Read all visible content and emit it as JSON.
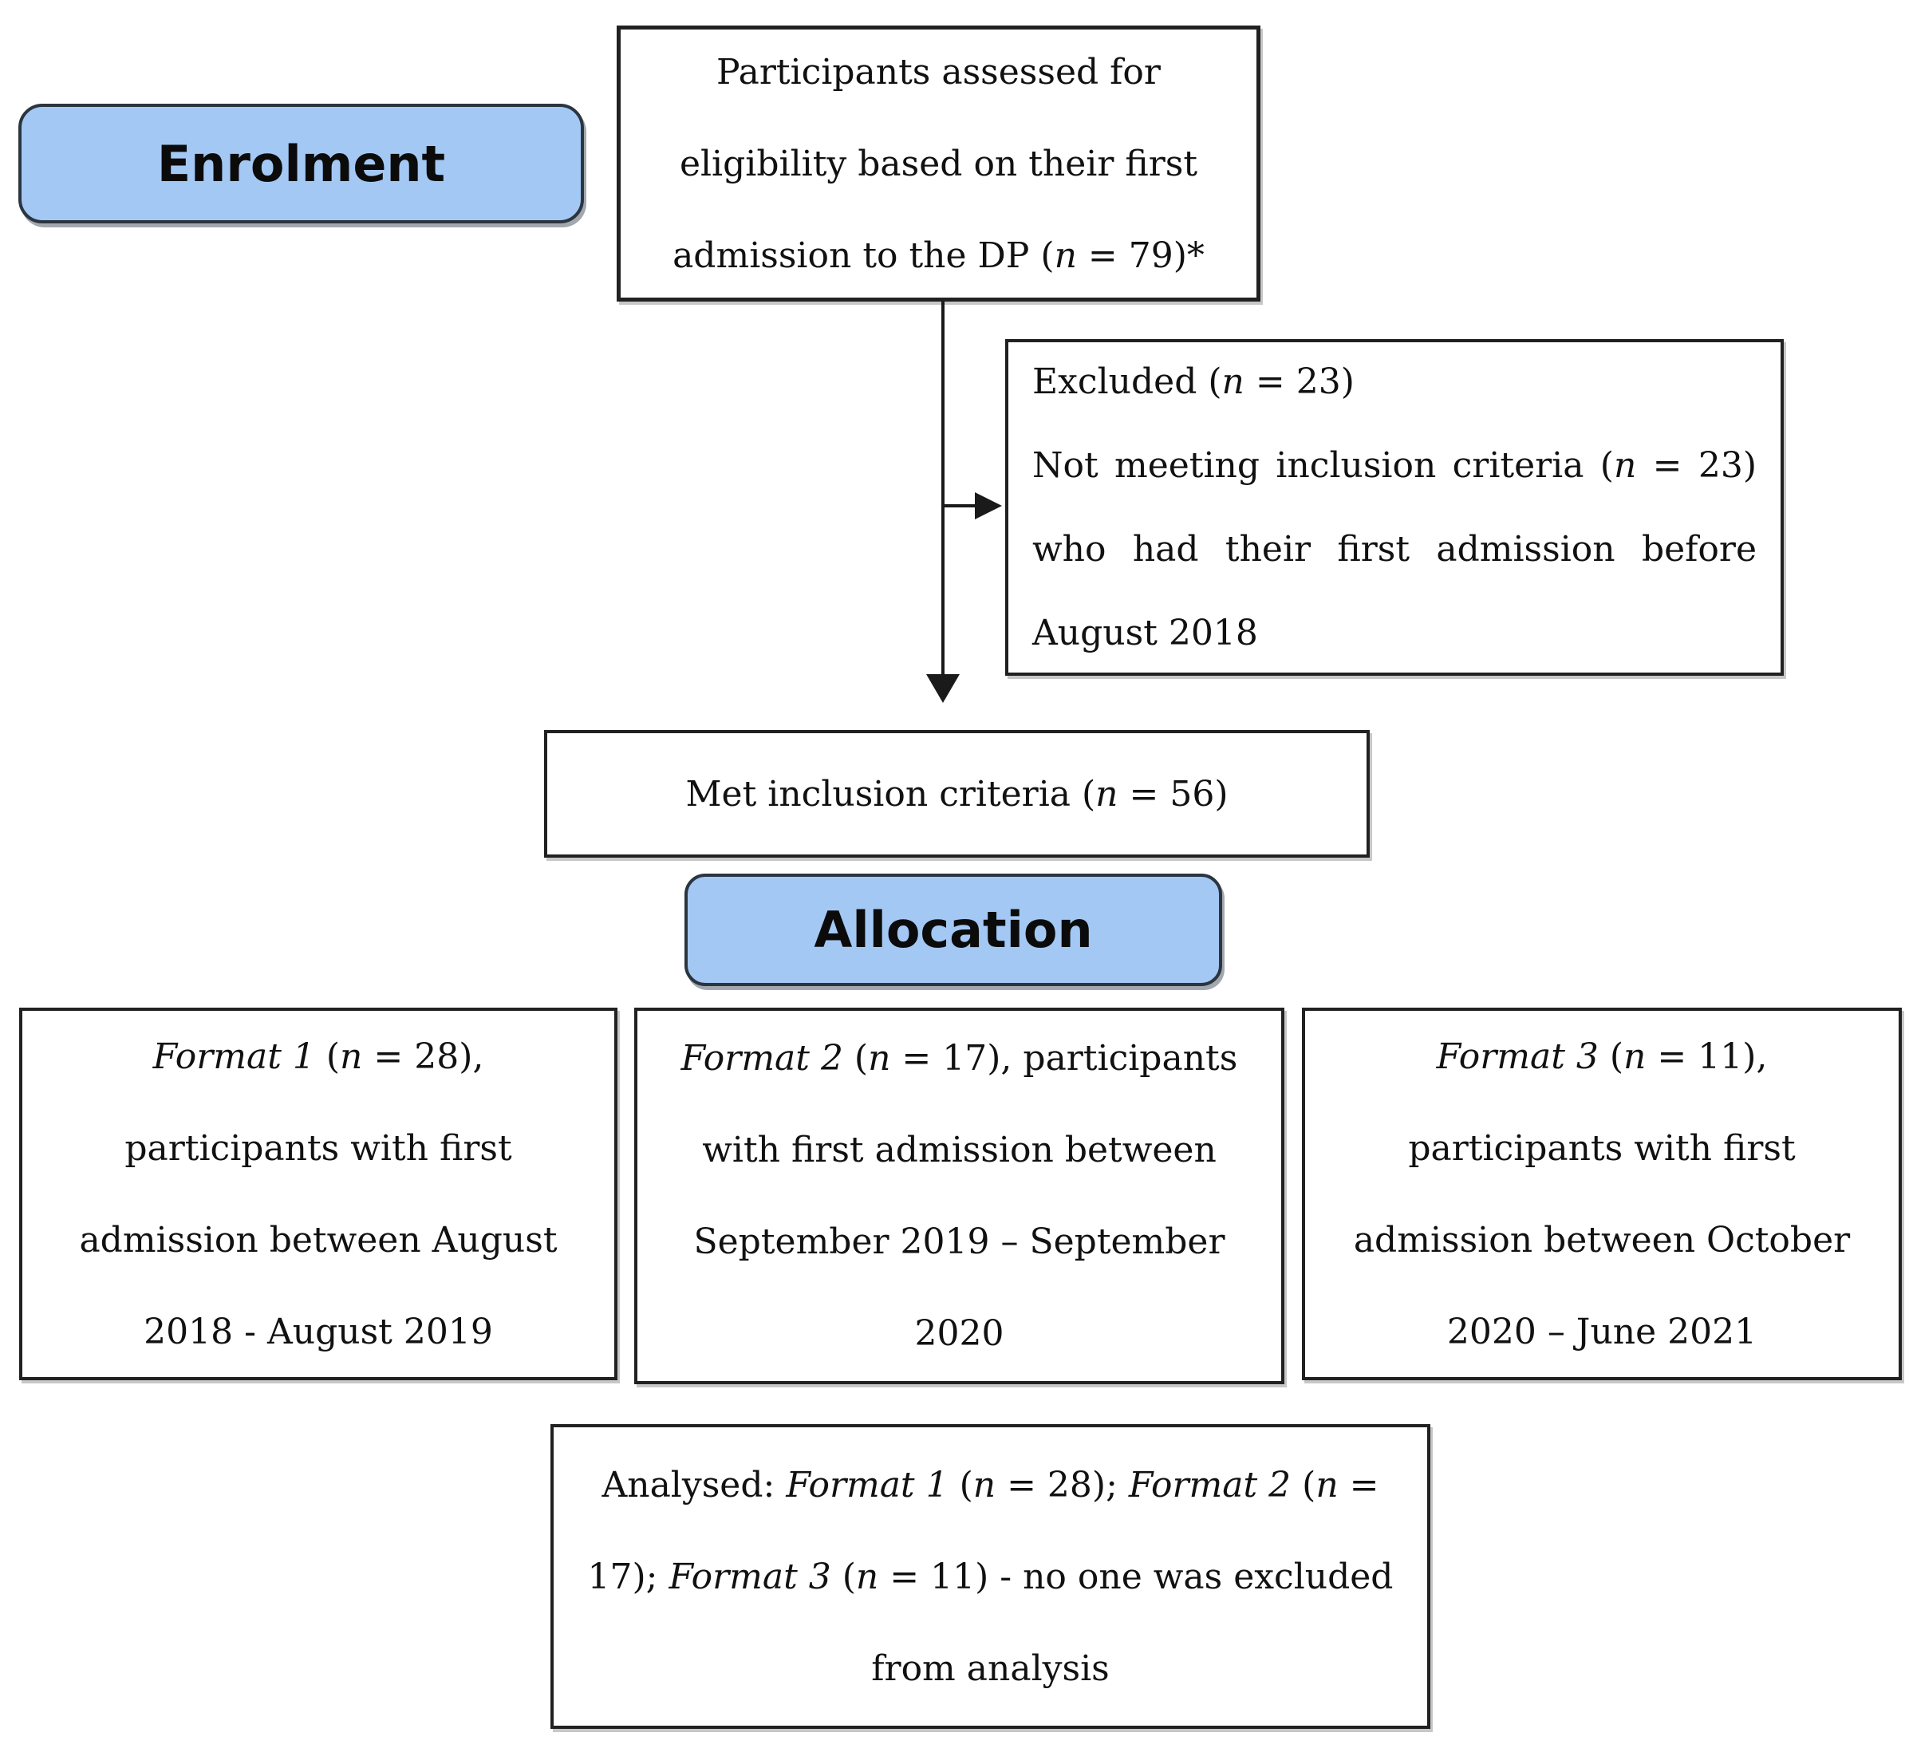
{
  "flowchart": {
    "stage_labels": {
      "enrolment": "Enrolment",
      "allocation": "Allocation"
    },
    "colors": {
      "stage_fill": "#A4C8F4",
      "stage_border": "#2b3540",
      "box_border": "#212121",
      "arrow": "#1a1a1a",
      "background": "#ffffff"
    },
    "boxes": {
      "assessed": {
        "lines": [
          {
            "s": [
              {
                "t": "Participants assessed for"
              }
            ]
          },
          {
            "s": [
              {
                "t": "eligibility based on their first"
              }
            ]
          },
          {
            "s": [
              {
                "t": "admission to the DP ("
              },
              {
                "t": "n",
                "i": true
              },
              {
                "t": " = 79)*"
              }
            ]
          }
        ]
      },
      "excluded": {
        "lines": [
          {
            "s": [
              {
                "t": "Excluded ("
              },
              {
                "t": "n",
                "i": true
              },
              {
                "t": " = 23)"
              }
            ]
          },
          {
            "j": true,
            "s": [
              {
                "t": "Not meeting inclusion criteria ("
              },
              {
                "t": "n",
                "i": true
              },
              {
                "t": " = 23)"
              }
            ]
          },
          {
            "j": true,
            "s": [
              {
                "t": "who had their first admission before"
              }
            ]
          },
          {
            "s": [
              {
                "t": "August 2018"
              }
            ]
          }
        ]
      },
      "met": {
        "lines": [
          {
            "s": [
              {
                "t": "Met inclusion criteria ("
              },
              {
                "t": "n",
                "i": true
              },
              {
                "t": " = 56)"
              }
            ]
          }
        ]
      },
      "format1": {
        "lines": [
          {
            "s": [
              {
                "t": "Format 1",
                "i": true
              },
              {
                "t": " ("
              },
              {
                "t": "n",
                "i": true
              },
              {
                "t": " = 28),"
              }
            ]
          },
          {
            "s": [
              {
                "t": "participants with first"
              }
            ]
          },
          {
            "s": [
              {
                "t": "admission between August"
              }
            ]
          },
          {
            "s": [
              {
                "t": "2018 - August 2019"
              }
            ]
          }
        ]
      },
      "format2": {
        "lines": [
          {
            "s": [
              {
                "t": "Format 2",
                "i": true
              },
              {
                "t": " ("
              },
              {
                "t": "n",
                "i": true
              },
              {
                "t": " = 17), participants"
              }
            ]
          },
          {
            "s": [
              {
                "t": "with first admission between"
              }
            ]
          },
          {
            "s": [
              {
                "t": "September 2019 – September"
              }
            ]
          },
          {
            "s": [
              {
                "t": "2020"
              }
            ]
          }
        ]
      },
      "format3": {
        "lines": [
          {
            "s": [
              {
                "t": "Format 3",
                "i": true
              },
              {
                "t": " ("
              },
              {
                "t": "n",
                "i": true
              },
              {
                "t": " = 11),"
              }
            ]
          },
          {
            "s": [
              {
                "t": "participants with first"
              }
            ]
          },
          {
            "s": [
              {
                "t": "admission between October"
              }
            ]
          },
          {
            "s": [
              {
                "t": "2020 – June 2021"
              }
            ]
          }
        ]
      },
      "analysed": {
        "lines": [
          {
            "s": [
              {
                "t": "Analysed: "
              },
              {
                "t": "Format 1",
                "i": true
              },
              {
                "t": " ("
              },
              {
                "t": "n",
                "i": true
              },
              {
                "t": " = 28); "
              },
              {
                "t": "Format 2",
                "i": true
              },
              {
                "t": " ("
              },
              {
                "t": "n",
                "i": true
              },
              {
                "t": " ="
              }
            ]
          },
          {
            "s": [
              {
                "t": "17); "
              },
              {
                "t": "Format 3",
                "i": true
              },
              {
                "t": " ("
              },
              {
                "t": "n",
                "i": true
              },
              {
                "t": " = 11) - no one was excluded"
              }
            ]
          },
          {
            "s": [
              {
                "t": "from analysis"
              }
            ]
          }
        ]
      }
    }
  }
}
